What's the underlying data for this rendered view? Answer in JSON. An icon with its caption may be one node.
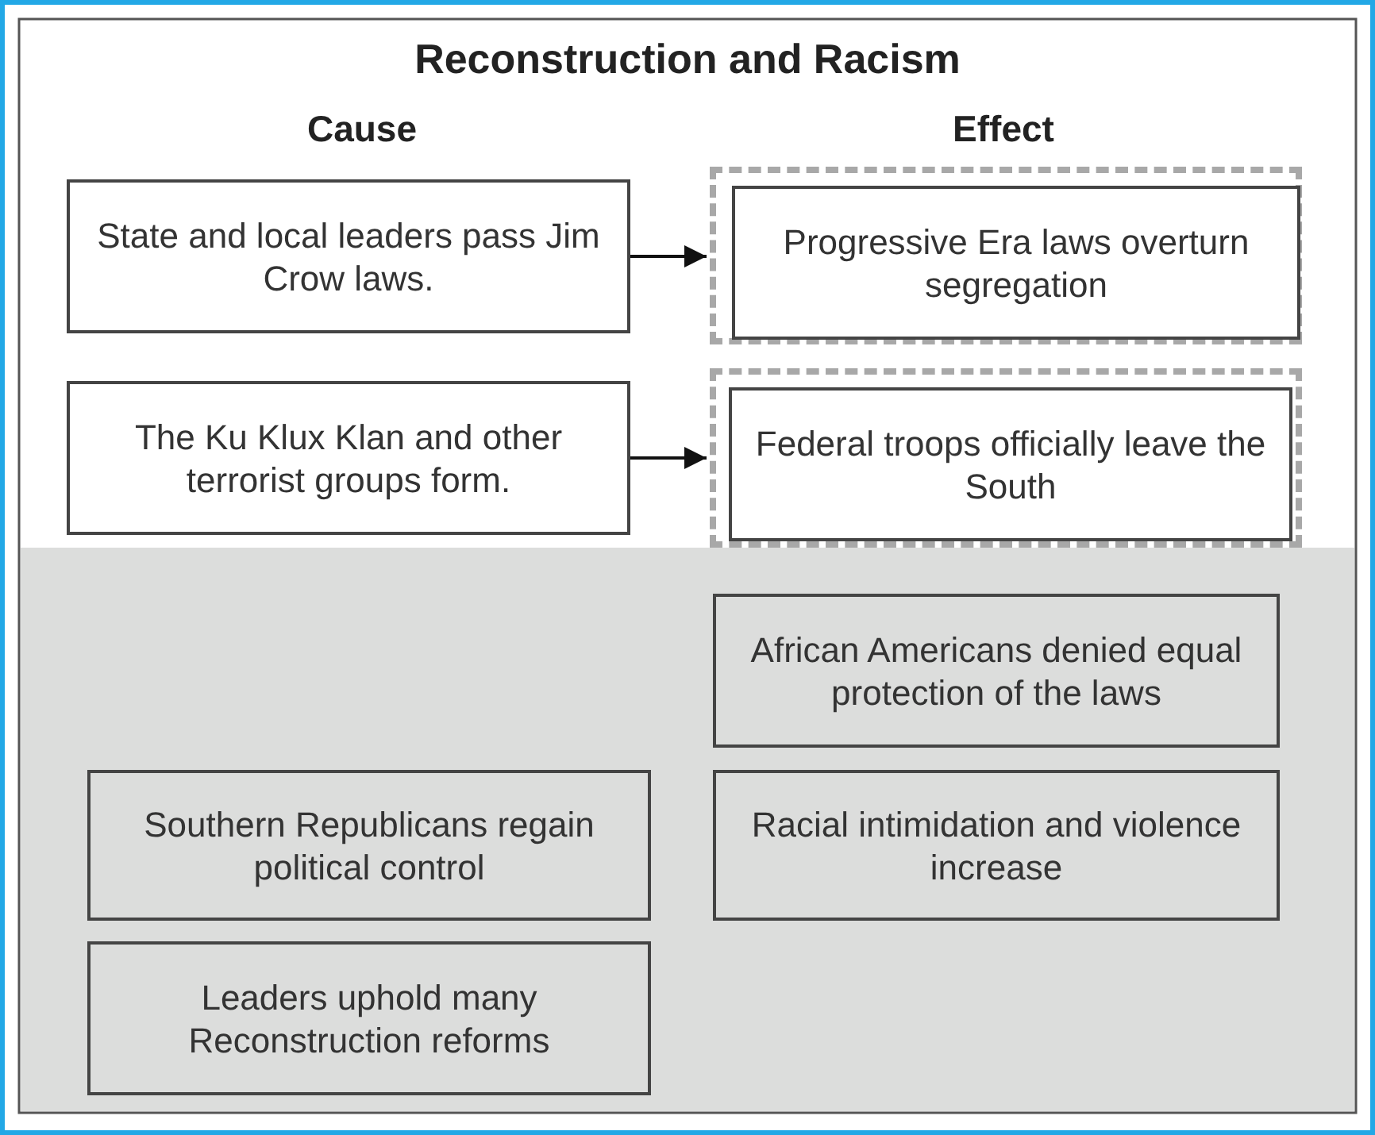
{
  "diagram": {
    "title": "Reconstruction and Racism",
    "nodes": [
      {
        "text": [
          "State and local leaders pass Jim Crow laws."
        ]
      },
      {
        "text": [],
        "shape": "box"
      },
      {
        "text": [
          "Progressive Era laws overturn segregation"
        ],
        "in": 1
      },
      {
        "text": [
          "The Ku Klux Klan and other terrorist groups form."
        ]
      },
      {
        "text": [],
        "shape": "box"
      },
      {
        "text": [
          "Federal troops officially leave the South"
        ],
        "in": 4
      },
      {
        "text": [
          "African Americans denied equal protection of the laws"
        ]
      },
      {
        "text": [
          "Southern Republicans regain political control"
        ]
      },
      {
        "text": [
          "Racial intimidation and violence increase"
        ]
      },
      {
        "text": [
          "Leaders uphold many Reconstruction reforms"
        ]
      }
    ],
    "edges": [
      {
        "from": 0,
        "to": 1,
        "arrow": "to"
      },
      {
        "from": 3,
        "to": 4,
        "arrow": "to"
      }
    ],
    "labels": [
      "Cause",
      "Effect"
    ]
  }
}
